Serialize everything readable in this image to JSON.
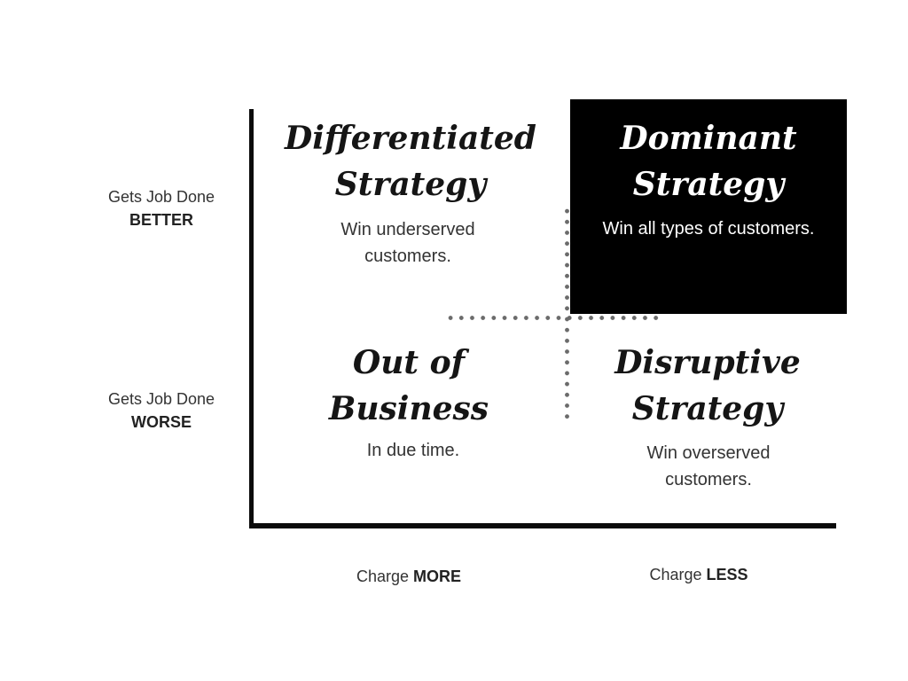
{
  "matrix": {
    "y_axis": {
      "top": {
        "line1": "Gets Job Done",
        "line2": "BETTER"
      },
      "bottom": {
        "line1": "Gets Job Done",
        "line2": "WORSE"
      }
    },
    "x_axis": {
      "left": {
        "prefix": "Charge",
        "emphasis": "MORE"
      },
      "right": {
        "prefix": "Charge",
        "emphasis": "LESS"
      }
    },
    "quadrants": {
      "top_left": {
        "title_line1": "Differentiated",
        "title_line2": "Strategy",
        "body": "Win underserved customers."
      },
      "top_right": {
        "title_line1": "Dominant",
        "title_line2": "Strategy",
        "body": "Win all types of customers."
      },
      "bottom_left": {
        "title_line1": "Out of",
        "title_line2": "Business",
        "body": "In due time."
      },
      "bottom_right": {
        "title_line1": "Disruptive",
        "title_line2": "Strategy",
        "body": "Win overserved customers."
      }
    },
    "colors": {
      "highlight_bg": "#000000",
      "highlight_text": "#ffffff",
      "title_text": "#151515",
      "body_text": "#333333",
      "label_text": "#333333",
      "dot_color": "#6b6b6b",
      "axis_color": "#0b0b0b",
      "canvas_bg": "#ffffff"
    }
  }
}
